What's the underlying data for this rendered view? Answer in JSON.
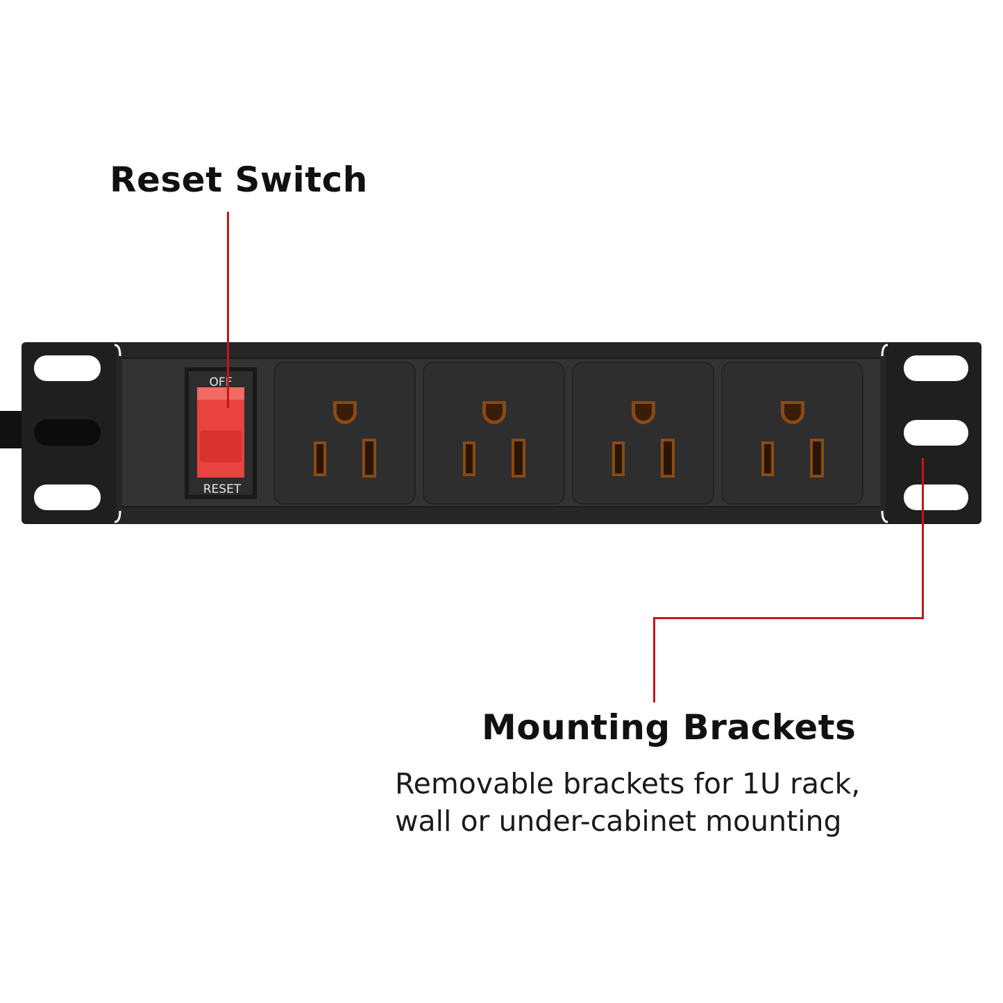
{
  "callouts": {
    "reset_switch": {
      "title": "Reset Switch"
    },
    "mounting_brackets": {
      "title": "Mounting Brackets",
      "description_line1": "Removable brackets for 1U rack,",
      "description_line2": "wall or under-cabinet mounting"
    }
  },
  "switch": {
    "top_label": "OFF",
    "bottom_label": "RESET",
    "color": "#e8433f"
  },
  "outlets": {
    "count": 4,
    "type": "NEMA 5-15R"
  },
  "colors": {
    "callout_line": "#c8141c",
    "housing": "#2b2b2b",
    "bracket": "#1f1f1f",
    "outlet_accent": "#8a4a14"
  }
}
